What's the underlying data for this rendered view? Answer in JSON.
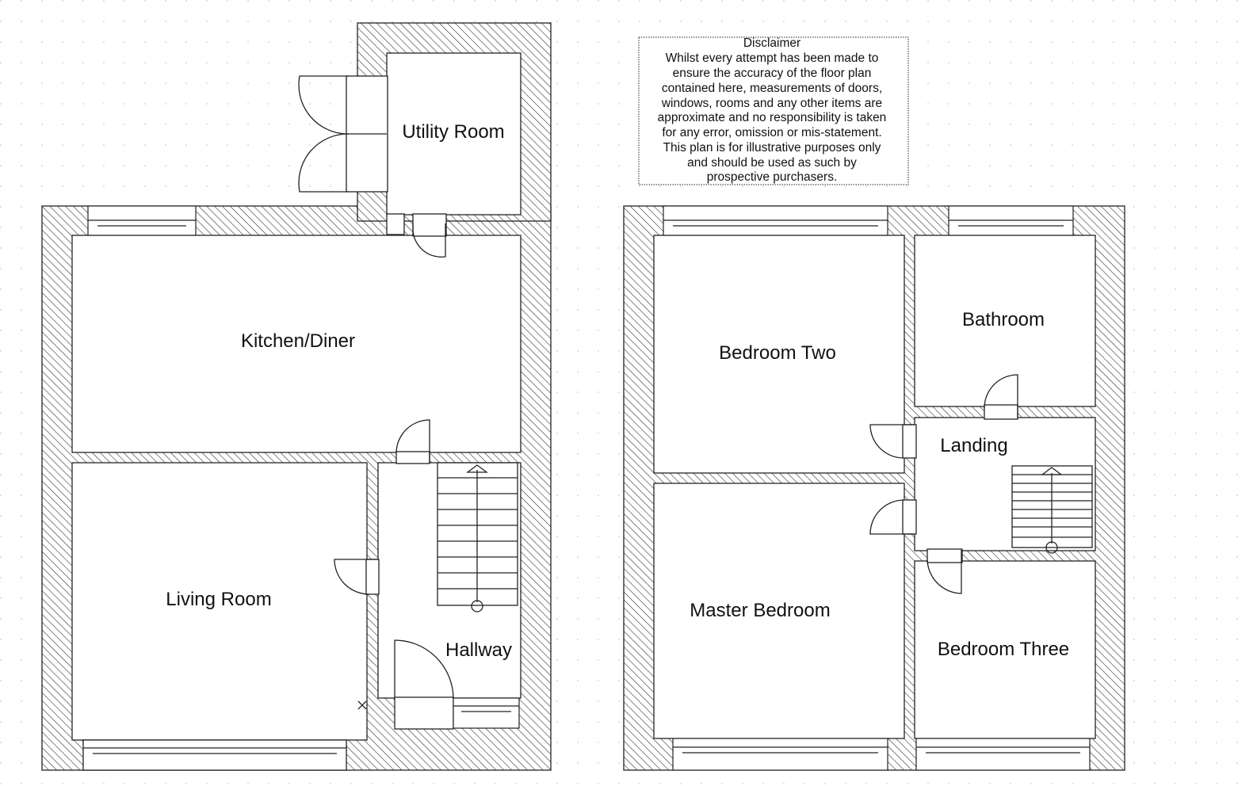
{
  "rooms": {
    "utility": "Utility Room",
    "kitchen": "Kitchen/Diner",
    "living": "Living Room",
    "hallway": "Hallway",
    "bedroom_two": "Bedroom Two",
    "bathroom": "Bathroom",
    "landing": "Landing",
    "master": "Master Bedroom",
    "bedroom_three": "Bedroom Three"
  },
  "disclaimer": {
    "title": "Disclaimer",
    "lines": [
      "Whilst every attempt has been made to",
      "ensure the accuracy of the floor plan",
      "contained here, measurements of doors,",
      "windows, rooms and any other items are",
      "approximate and no responsibility is taken",
      "for any error, omission or mis-statement.",
      "This plan is for illustrative purposes only",
      "and should be used as such by",
      "prospective purchasers."
    ]
  }
}
